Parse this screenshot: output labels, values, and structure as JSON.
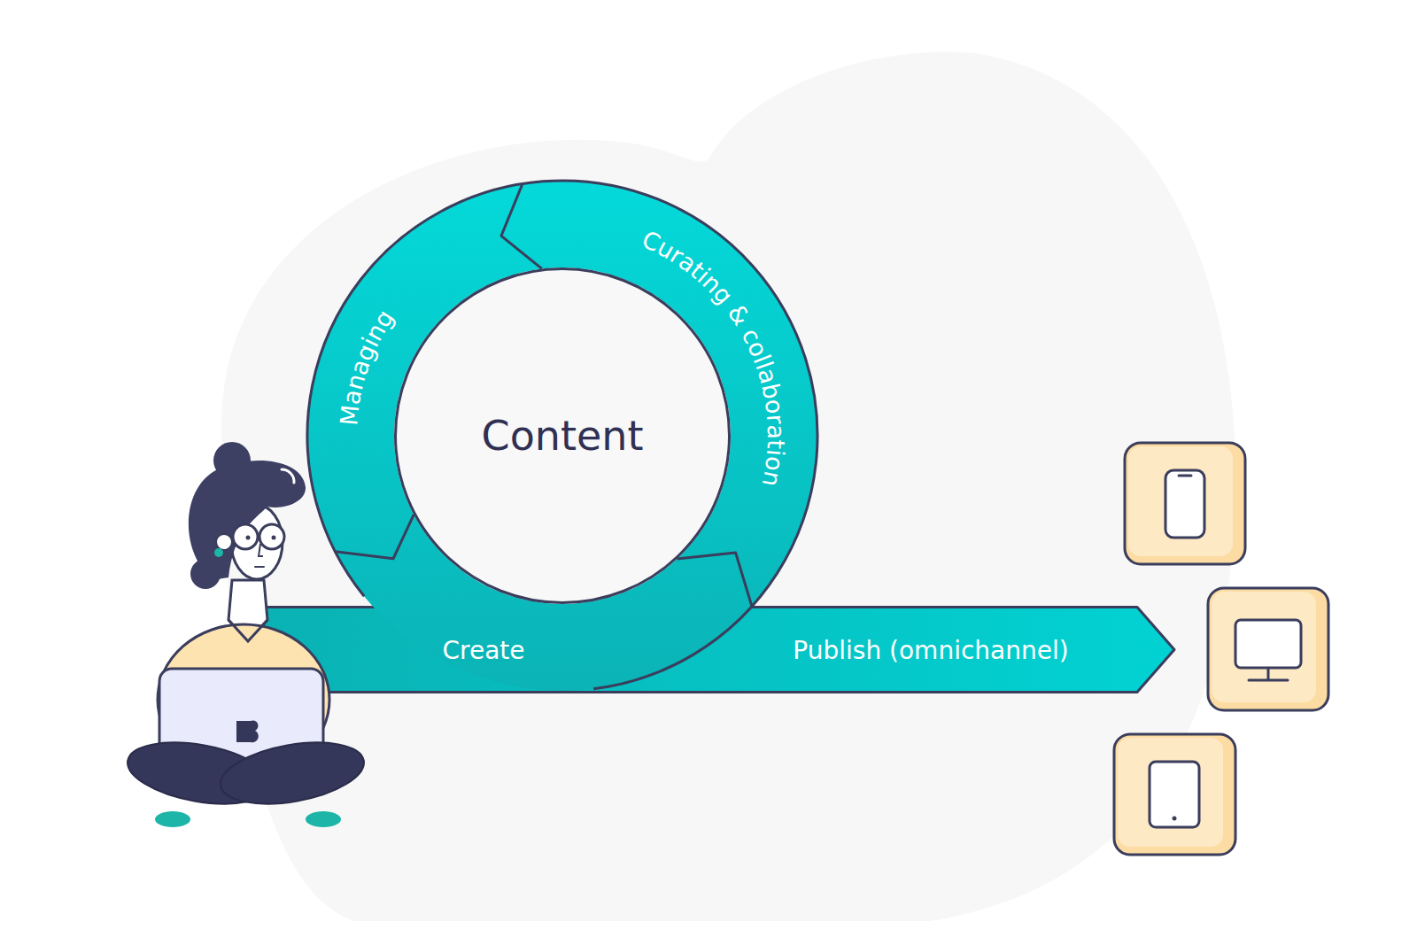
{
  "diagram": {
    "nodes": [
      {
        "text": [
          "Content"
        ]
      },
      {
        "text": [
          "Managing"
        ]
      },
      {
        "text": [
          "Curating & collaboration"
        ]
      },
      {
        "text": [
          "Create",
          "Publish (omnichannel)"
        ]
      }
    ]
  }
}
